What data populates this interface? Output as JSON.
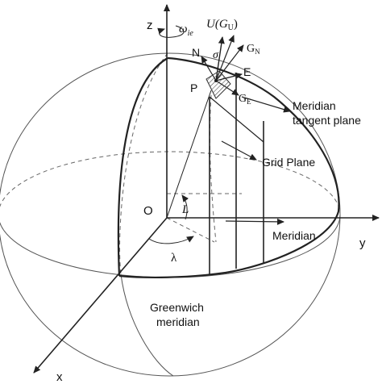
{
  "labels": {
    "z": "z",
    "omega": "ω",
    "omega_sub": "ie",
    "u_gu": "U(G",
    "u_gu_sub": "U",
    "u_gu_close": ")",
    "g_n": "G",
    "g_n_sub": "N",
    "n": "N",
    "sigma": "σ",
    "e": "E",
    "p": "P",
    "g_e": "G",
    "g_e_sub": "E",
    "meridian_tangent_1": "Meridian",
    "meridian_tangent_2": "tangent plane",
    "grid_plane": "Grid Plane",
    "o": "O",
    "l": "L",
    "meridian": "Meridian",
    "y": "y",
    "lambda": "λ",
    "greenwich_1": "Greenwich",
    "greenwich_2": "meridian",
    "x": "x"
  },
  "colors": {
    "line": "#222222",
    "text": "#111111",
    "background": "#ffffff"
  }
}
